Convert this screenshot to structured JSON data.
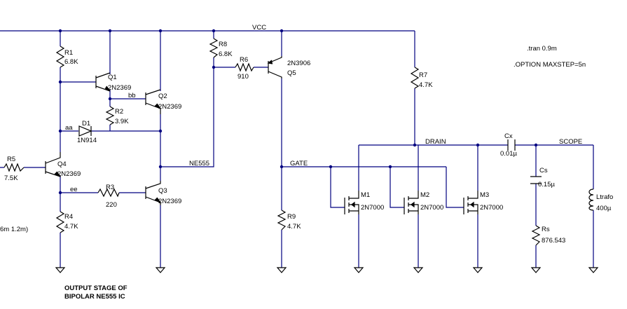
{
  "nets": {
    "vcc": "VCC",
    "bb": "bb",
    "aa": "aa",
    "ee": "ee",
    "ne555": "NE555",
    "gate": "GATE",
    "drain": "DRAIN",
    "scope": "SCOPE"
  },
  "parts": {
    "r1": {
      "name": "R1",
      "value": "6.8K"
    },
    "r2": {
      "name": "R2",
      "value": "3.9K"
    },
    "r3": {
      "name": "R3",
      "value": "220"
    },
    "r4": {
      "name": "R4",
      "value": "4.7K"
    },
    "r5": {
      "name": "R5",
      "value": "7.5K"
    },
    "r6": {
      "name": "R6",
      "value": "910"
    },
    "r7": {
      "name": "R7",
      "value": "4.7K"
    },
    "r8": {
      "name": "R8",
      "value": "6.8K"
    },
    "r9": {
      "name": "R9",
      "value": "4.7K"
    },
    "rs": {
      "name": "Rs",
      "value": "876.543"
    },
    "q1": {
      "name": "Q1",
      "model": "2N2369"
    },
    "q2": {
      "name": "Q2",
      "model": "2N2369"
    },
    "q3": {
      "name": "Q3",
      "model": "2N2369"
    },
    "q4": {
      "name": "Q4",
      "model": "2N2369"
    },
    "q5": {
      "name": "Q5",
      "model": "2N3906"
    },
    "d1": {
      "name": "D1",
      "model": "1N914"
    },
    "m1": {
      "name": "M1",
      "model": "2N7000"
    },
    "m2": {
      "name": "M2",
      "model": "2N7000"
    },
    "m3": {
      "name": "M3",
      "model": "2N7000"
    },
    "cx": {
      "name": "Cx",
      "value": "0.01µ"
    },
    "cs": {
      "name": "Cs",
      "value": "0.15µ"
    },
    "ltrafo": {
      "name": "Ltrafo",
      "value": "400µ"
    }
  },
  "directives": {
    "tran": ".tran 0.9m",
    "option": ".OPTION  MAXSTEP=5n"
  },
  "source_fragment": "6m 1.2m)",
  "caption": {
    "line1": "OUTPUT STAGE OF",
    "line2": "BIPOLAR  NE555  IC"
  }
}
